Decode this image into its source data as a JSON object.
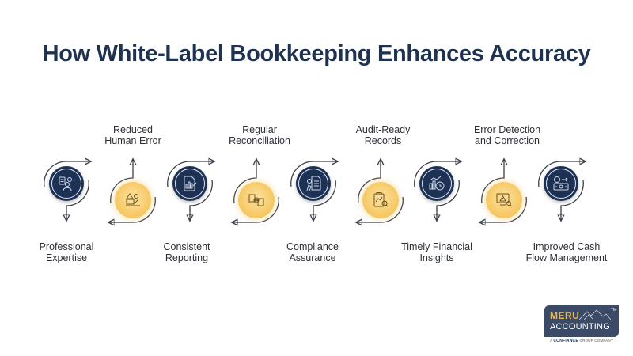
{
  "title": "How White-Label Bookkeeping Enhances Accuracy",
  "colors": {
    "title": "#1f3250",
    "dark_node": "#1d3155",
    "gold_node": "#f6c864",
    "connector": "#3a3f47",
    "label_text": "#2b2f36"
  },
  "steps": [
    {
      "index": 1,
      "position": "bottom",
      "style": "dark",
      "icon": "expert-person-gear-icon",
      "line1": "Professional",
      "line2": "Expertise"
    },
    {
      "index": 2,
      "position": "top",
      "style": "gold",
      "icon": "person-desk-warning-icon",
      "line1": "Reduced",
      "line2": "Human Error"
    },
    {
      "index": 3,
      "position": "bottom",
      "style": "dark",
      "icon": "report-chart-document-icon",
      "line1": "Consistent",
      "line2": "Reporting"
    },
    {
      "index": 4,
      "position": "top",
      "style": "gold",
      "icon": "documents-gear-reconcile-icon",
      "line1": "Regular",
      "line2": "Reconciliation"
    },
    {
      "index": 5,
      "position": "bottom",
      "style": "dark",
      "icon": "person-checklist-icon",
      "line1": "Compliance",
      "line2": "Assurance"
    },
    {
      "index": 6,
      "position": "top",
      "style": "gold",
      "icon": "clipboard-magnifier-icon",
      "line1": "Audit-Ready",
      "line2": "Records"
    },
    {
      "index": 7,
      "position": "bottom",
      "style": "dark",
      "icon": "chart-clock-icon",
      "line1": "Timely Financial",
      "line2": "Insights"
    },
    {
      "index": 8,
      "position": "top",
      "style": "gold",
      "icon": "monitor-alert-search-icon",
      "line1": "Error Detection",
      "line2": "and Correction"
    },
    {
      "index": 9,
      "position": "bottom",
      "style": "dark",
      "icon": "cash-flow-money-icon",
      "line1": "Improved Cash",
      "line2": "Flow Management"
    }
  ],
  "logo": {
    "brand_top": "MERU",
    "brand_bottom": "ACCOUNTING",
    "trademark": "TM",
    "sub_prefix": "A",
    "sub_company": "CONFIANCE",
    "sub_suffix": "GROUP COMPANY"
  }
}
